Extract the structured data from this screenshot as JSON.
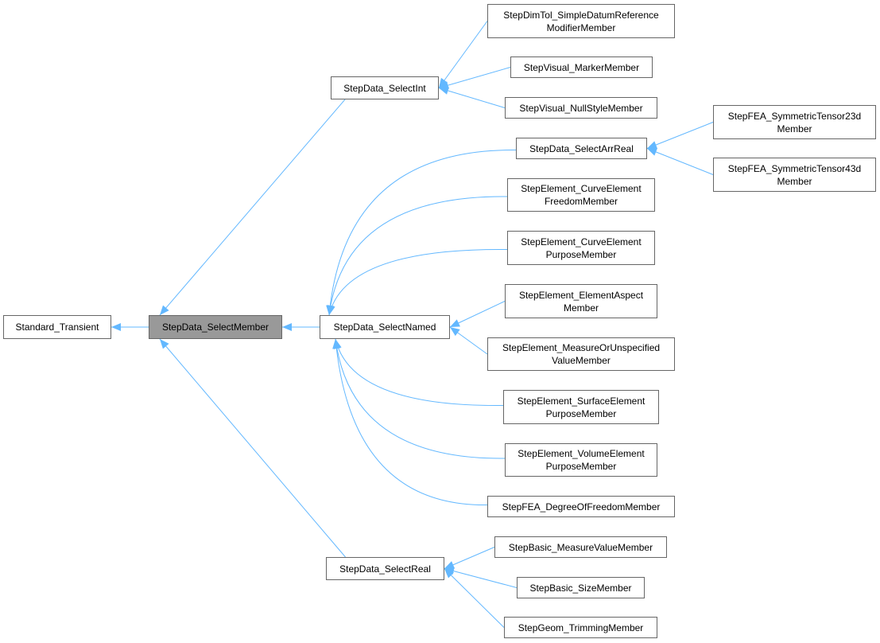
{
  "diagram": {
    "nodes": [
      {
        "id": "transient",
        "label": "Standard_Transient"
      },
      {
        "id": "member",
        "label": "StepData_SelectMember",
        "current": true
      },
      {
        "id": "named",
        "label": "StepData_SelectNamed"
      },
      {
        "id": "int",
        "label": "StepData_SelectInt"
      },
      {
        "id": "real",
        "label": "StepData_SelectReal"
      },
      {
        "id": "dimtol",
        "label": "StepDimTol_SimpleDatumReference\nModifierMember"
      },
      {
        "id": "marker",
        "label": "StepVisual_MarkerMember"
      },
      {
        "id": "nullstyle",
        "label": "StepVisual_NullStyleMember"
      },
      {
        "id": "arrreal",
        "label": "StepData_SelectArrReal"
      },
      {
        "id": "t23",
        "label": "StepFEA_SymmetricTensor23d\nMember"
      },
      {
        "id": "t43",
        "label": "StepFEA_SymmetricTensor43d\nMember"
      },
      {
        "id": "cefreedom",
        "label": "StepElement_CurveElement\nFreedomMember"
      },
      {
        "id": "cepurpose",
        "label": "StepElement_CurveElement\nPurposeMember"
      },
      {
        "id": "aspect",
        "label": "StepElement_ElementAspect\nMember"
      },
      {
        "id": "measure",
        "label": "StepElement_MeasureOrUnspecified\nValueMember"
      },
      {
        "id": "surface",
        "label": "StepElement_SurfaceElement\nPurposeMember"
      },
      {
        "id": "volume",
        "label": "StepElement_VolumeElement\nPurposeMember"
      },
      {
        "id": "dof",
        "label": "StepFEA_DegreeOfFreedomMember"
      },
      {
        "id": "measval",
        "label": "StepBasic_MeasureValueMember"
      },
      {
        "id": "size",
        "label": "StepBasic_SizeMember"
      },
      {
        "id": "trim",
        "label": "StepGeom_TrimmingMember"
      }
    ],
    "edges": [
      [
        "transient",
        "member"
      ],
      [
        "member",
        "named"
      ],
      [
        "member",
        "int"
      ],
      [
        "member",
        "real"
      ],
      [
        "int",
        "dimtol"
      ],
      [
        "int",
        "marker"
      ],
      [
        "int",
        "nullstyle"
      ],
      [
        "named",
        "arrreal"
      ],
      [
        "named",
        "cefreedom"
      ],
      [
        "named",
        "cepurpose"
      ],
      [
        "named",
        "aspect"
      ],
      [
        "named",
        "measure"
      ],
      [
        "named",
        "surface"
      ],
      [
        "named",
        "volume"
      ],
      [
        "named",
        "dof"
      ],
      [
        "arrreal",
        "t23"
      ],
      [
        "arrreal",
        "t43"
      ],
      [
        "real",
        "measval"
      ],
      [
        "real",
        "size"
      ],
      [
        "real",
        "trim"
      ]
    ],
    "edge_color": "#63b8ff"
  }
}
